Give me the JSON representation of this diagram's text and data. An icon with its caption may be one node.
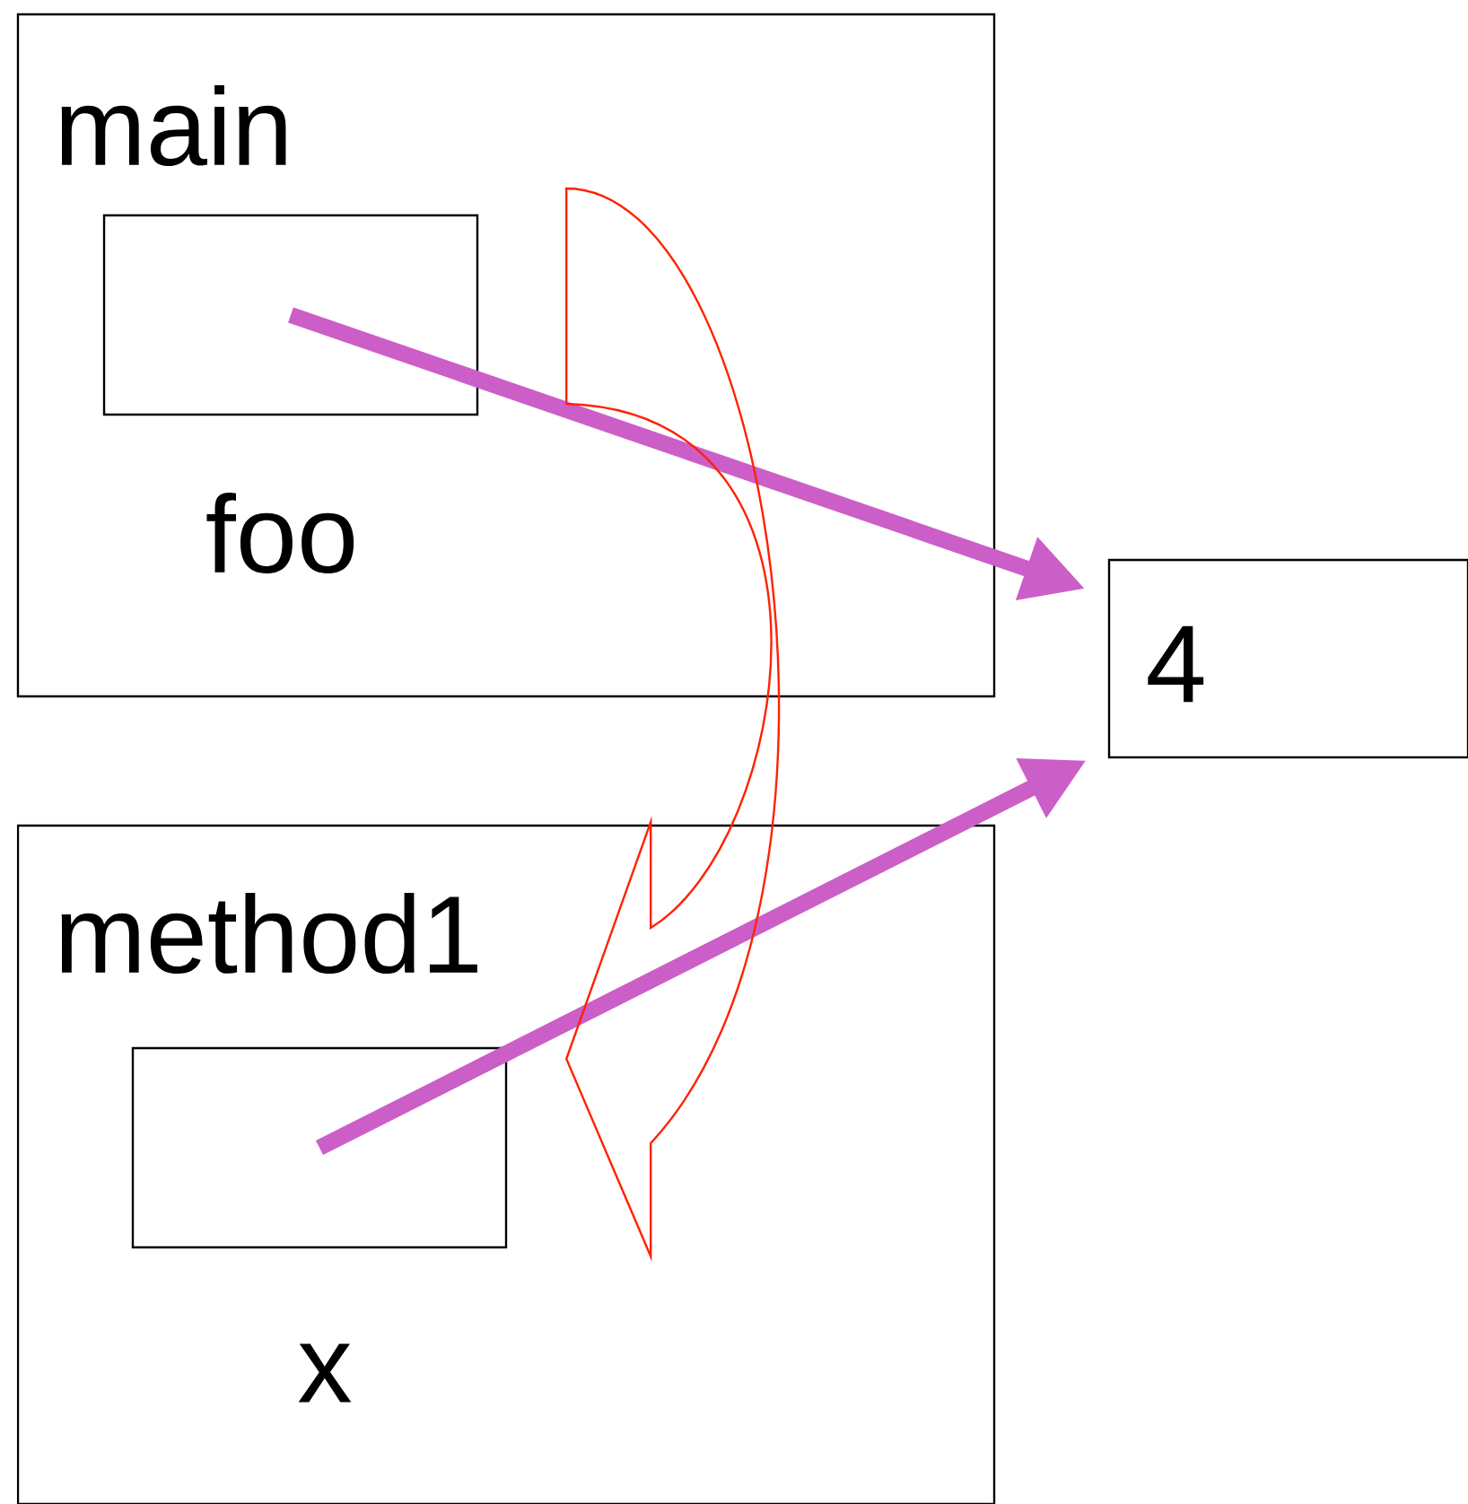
{
  "diagram": {
    "nodes": [
      {
        "text": [
          "main"
        ]
      },
      {
        "text": [],
        "shape": "box",
        "in": 0,
        "beside": [
          "foo"
        ]
      },
      {
        "text": [
          "4"
        ]
      },
      {
        "text": [
          "method1"
        ]
      },
      {
        "text": [],
        "shape": "box",
        "in": 3,
        "beside": [
          "x"
        ]
      }
    ],
    "edges": [
      {
        "from": 1,
        "to": 2,
        "arrow": "to"
      },
      {
        "from": 4,
        "to": 2,
        "arrow": "to"
      },
      {
        "from": 1,
        "to": 4,
        "arrow": "to",
        "color": "#ff2200"
      }
    ]
  }
}
